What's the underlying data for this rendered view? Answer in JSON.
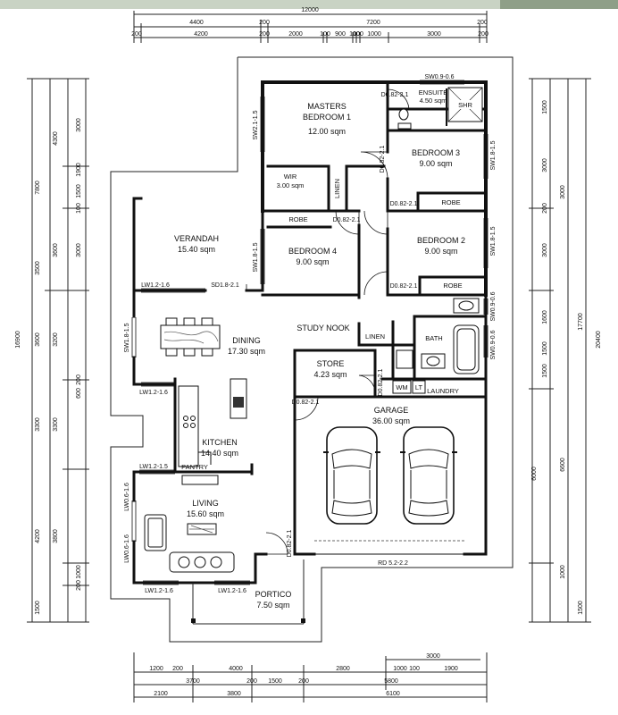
{
  "dims_top": {
    "overall": "12000",
    "row2": [
      "4400",
      "200",
      "7200",
      "200"
    ],
    "row3": [
      "200",
      "4200",
      "200",
      "2000",
      "100",
      "900",
      "100",
      "100",
      "1000",
      "3000",
      "200"
    ]
  },
  "dims_bottom": {
    "row1": [
      "3000"
    ],
    "row2": [
      "1200",
      "200",
      "4000",
      "2800",
      "1000",
      "100",
      "1900"
    ],
    "row3": [
      "3700",
      "200",
      "1500",
      "200",
      "5800"
    ],
    "row4": [
      "2100",
      "3800",
      "6100"
    ]
  },
  "dims_left": [
    "7800",
    "4300",
    "3000",
    "1900",
    "1500",
    "100",
    "3600",
    "3500",
    "3000",
    "16900",
    "3600",
    "3200",
    "200",
    "600",
    "3300",
    "3300",
    "4200",
    "3800",
    "1000",
    "200",
    "1500"
  ],
  "dims_right": [
    "1500",
    "3000",
    "3000",
    "200",
    "3000",
    "17700",
    "1600",
    "1500",
    "1500",
    "20400",
    "6000",
    "6600",
    "1000",
    "1500"
  ],
  "rooms": {
    "masters": {
      "name": "MASTERS",
      "name2": "BEDROOM 1",
      "area": "12.00 sqm"
    },
    "ensuite": {
      "name": "ENSUITE",
      "area": "4.50 sqm"
    },
    "shr": "SHR",
    "wir": {
      "name": "WIR",
      "area": "3.00 sqm"
    },
    "linen1": "LINEN",
    "bed3": {
      "name": "BEDROOM 3",
      "area": "9.00 sqm"
    },
    "robe3": "ROBE",
    "robe4": "ROBE",
    "bed2": {
      "name": "BEDROOM 2",
      "area": "9.00 sqm"
    },
    "robe2": "ROBE",
    "verandah": {
      "name": "VERANDAH",
      "area": "15.40 sqm"
    },
    "bed4": {
      "name": "BEDROOM 4",
      "area": "9.00 sqm"
    },
    "study": "STUDY NOOK",
    "linen2": "LINEN",
    "bath": "BATH",
    "dining": {
      "name": "DINING",
      "area": "17.30 sqm"
    },
    "store": {
      "name": "STORE",
      "area": "4.23 sqm"
    },
    "wm": "WM",
    "lt": "LT",
    "laundry": "LAUNDRY",
    "kitchen": {
      "name": "KITCHEN",
      "area": "14.40 sqm"
    },
    "pantry": "PANTRY",
    "garage": {
      "name": "GARAGE",
      "area": "36.00 sqm"
    },
    "living": {
      "name": "LIVING",
      "area": "15.60 sqm"
    },
    "portico": {
      "name": "PORTICO",
      "area": "7.50 sqm"
    }
  },
  "openings": {
    "sw_ens": "SW0.9-0.6",
    "d_ens": "D0.82-2.1",
    "sw_master": "SW2.1-1.5",
    "d_bed3": "D0.82-2.1",
    "sw_bed3": "SW1.8-1.5",
    "d_bed3b": "D0.82-2.1",
    "d_bed4": "D0.82-2.1",
    "sw_bed4": "SW1.8-1.5",
    "sw_bed2": "SW1.8-1.5",
    "d_bed2": "D0.82-2.1",
    "lw_ver": "LW1.2-1.6",
    "sd_ver": "SD1.8-2.1",
    "sw_bath1": "SW0.9-0.6",
    "sw_bath2": "SW0.9-0.6",
    "sw_dining": "SW1.8-1.5",
    "d_store": "D0.82-2.1",
    "d_gar": "D0.82-2.1",
    "lw_din": "LW1.2-1.6",
    "lw_pan": "LW1.2-1.5",
    "lw_liv1": "LW0.6-1.6",
    "lw_liv2": "LW0.6-1.6",
    "d_entry": "D0.82-2.1",
    "lw_liv3": "LW1.2-1.6",
    "lw_liv4": "LW1.2-1.6",
    "rd_gar": "RD 5.2-2.2"
  }
}
